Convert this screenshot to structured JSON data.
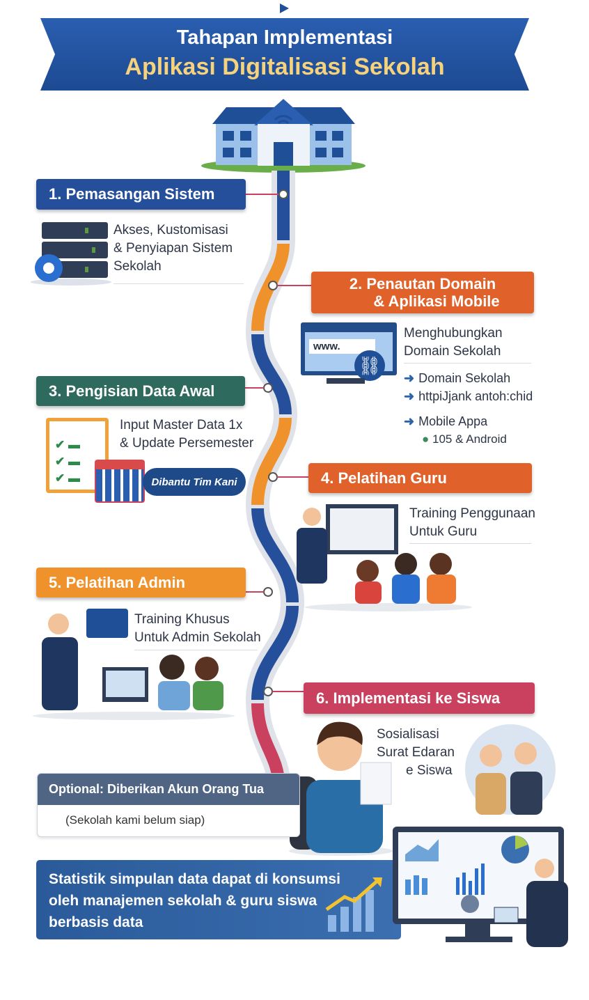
{
  "title": {
    "line1": "Tahapan Implementasi",
    "line2": "Aplikasi Digitalisasi Sekolah"
  },
  "steps": [
    {
      "label": "1. Pemasangan Sistem",
      "color": "#264f9b",
      "desc": [
        "Akses, Kustomisasi",
        "& Penyiapan Sistem",
        "Sekolah"
      ]
    },
    {
      "label_lines": [
        "2. Penautan Domain",
        "& Aplikasi Mobile"
      ],
      "color": "#e0622a",
      "desc": [
        "Menghubungkan",
        "Domain Sekolah"
      ],
      "list": [
        "Domain Sekolah",
        "httpiJjank antoh:chid",
        "Mobile Appa"
      ],
      "sub": "105 & Android",
      "browser_text": "www."
    },
    {
      "label": "3. Pengisian Data Awal",
      "color": "#2e6b5e",
      "desc": [
        "Input Master Data 1x",
        "& Update Persemester"
      ],
      "badge": "Dibantu Tim Kani"
    },
    {
      "label": "4. Pelatihan Guru",
      "color": "#e0622a",
      "desc": [
        "Training Penggunaan",
        "Untuk Guru"
      ]
    },
    {
      "label": "5. Pelatihan Admin",
      "color": "#ef922b",
      "desc": [
        "Training Khusus",
        "Untuk Admin Sekolah"
      ]
    },
    {
      "label": "6. Implementasi ke Siswa",
      "color": "#c9415f",
      "desc": [
        "Sosialisasi",
        "Surat Edaran",
        "e Siswa"
      ]
    }
  ],
  "optional": {
    "title": "Optional: Diberikan Akun Orang Tua",
    "note": "(Sekolah kami belum siap)"
  },
  "summary": [
    "Statistik simpulan data dapat di konsumsi",
    "oleh manajemen sekolah & guru siswa",
    "berbasis data"
  ]
}
